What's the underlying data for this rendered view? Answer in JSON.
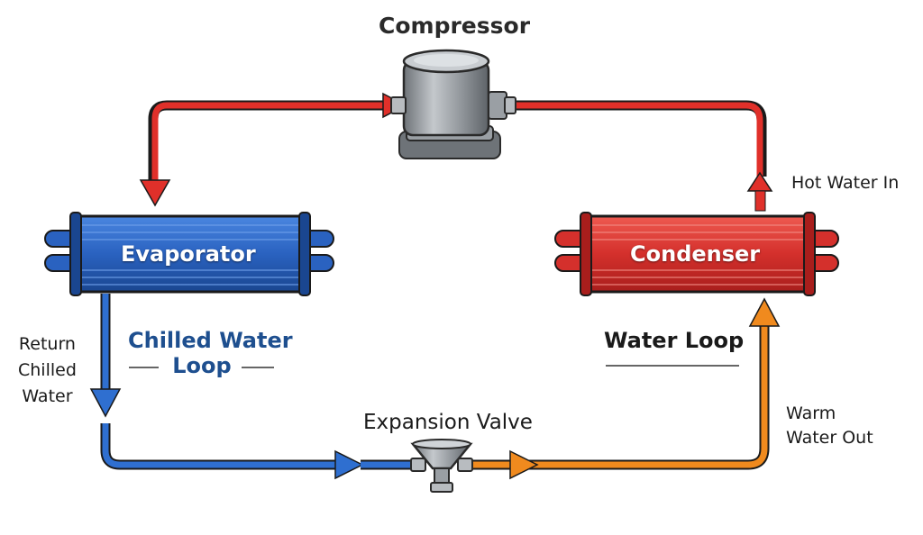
{
  "labels": {
    "compressor": "Compressor",
    "evaporator": "Evaporator",
    "condenser": "Condenser",
    "expansion_valve": "Expansion Valve",
    "hot_water_in": "Hot Water In",
    "warm_water_out": [
      "Warm",
      "Water Out"
    ],
    "return_chilled_water": [
      "Return",
      "Chilled",
      "Water"
    ],
    "chilled_water_loop": [
      "Chilled Water",
      "Loop"
    ],
    "water_loop": "Water Loop"
  },
  "colors": {
    "hot_line": "#e0302a",
    "cold_line": "#2f6fd0",
    "warm_line": "#f08a1e",
    "evaporator": "#2a62c0",
    "condenser": "#d4302c",
    "compressor": "#8e9398",
    "chilled_text": "#1e4f8f"
  },
  "icons": {
    "compressor": "compressor-unit-icon",
    "expansion_valve": "funnel-valve-icon"
  }
}
